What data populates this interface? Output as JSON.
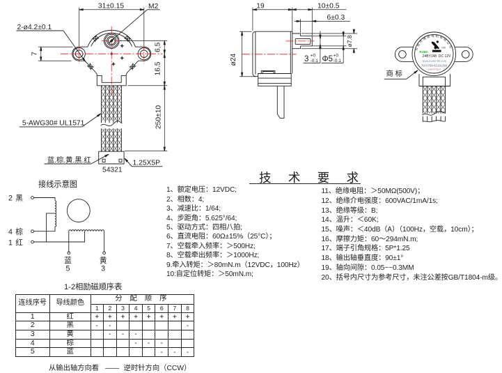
{
  "drawing": {
    "product": "24BYJ48 stepper motor engineering drawing"
  },
  "colors": {
    "line": "#262626",
    "centerline": "#ee1111",
    "brand_green": "#1ec21e",
    "label_gray": "#7d8fa8",
    "background": "#ffffff"
  },
  "front_view": {
    "dim_hole_spacing": "31±0.15",
    "thread_label": "M2",
    "dim_mount_holes": "2-ø4.2±0.1",
    "dim_ear_height": "7",
    "dim_shaft_offset": "6,5",
    "dim_body_lower": "16.5",
    "dim_lead_length": "250±10",
    "wire_spec": "5-AWG30# UL1571",
    "wire_colors": "蓝.棕.黄.黑.红",
    "pin_numbers": "54321",
    "connector_spec": "1.25X5P"
  },
  "side_view": {
    "dim_body_length": "19",
    "dim_shaft_length": "10±0.5",
    "dim_flat_length": "6±0.3",
    "dim_boss_diameter": "ø7.8",
    "dim_body_diameter": "ø24",
    "dim_flat_value": "3",
    "dim_flat_tol_up": "+0",
    "dim_flat_tol_dn": "-0.1",
    "dim_shaft_value": "Φ5",
    "dim_shaft_tol_up": "+0",
    "dim_shaft_tol_dn": "-0.1"
  },
  "label_view": {
    "callout": "商 标",
    "brand_arc": "东莞市博荣电机有限公司",
    "logo_caption": "100",
    "brand_code": "R18D",
    "model": "24BYJ48",
    "voltage": "DC 12V",
    "website": "www.motor-bk.com",
    "telephone": "Tel:0769-82191390",
    "footer": "www.br-dj.cn"
  },
  "wiring_diagram": {
    "title": "接线示意图",
    "terminals": [
      {
        "num": "2",
        "color": "黑"
      },
      {
        "num": "4",
        "color": "棕"
      },
      {
        "num": "1",
        "color": "红"
      }
    ],
    "bottom_terminals": [
      {
        "color": "蓝",
        "num": "5"
      },
      {
        "color": "黄",
        "num": "3"
      }
    ]
  },
  "tech_requirements": {
    "title": "技 术 要 求",
    "left_items": [
      "1、额定电压：12VDC;",
      "2、相数：4;",
      "3、减速比：1/64;",
      "4、步距角：5.625°/64;",
      "5、驱动方式：四相八拍;",
      "6、直流电阻：60Ω±15%（25°C）；",
      "7、空载牵入频率：＞500Hz;",
      "8、空载牵出频率：＞1000Hz;",
      "9.牵入转矩：＞80mN.m（12VDC，100Hz）",
      "10:自定位转矩：＞50mN.m;"
    ],
    "right_items": [
      "11、绝缘电阻：＞50MΩ(500V)；",
      "12、绝缘介电强度：600VAC/1mA/1s;",
      "13、绝缘等级：B;",
      "14、温升：＜60K;",
      "15、噪声：＜40dB（A）（100Hz，空载，10cm）；",
      "16、摩擦力矩：60～294mN.m;",
      "17、端子引角规格：5P*1.25",
      "18、输出轴垂直度：90±1°",
      "19、轴向间隙：0.05~~0.3MM",
      "20、括号内尺寸为参考尺寸，未注公差按GB/T1804-m级。"
    ]
  },
  "sequence_table": {
    "title": "1-2相励磁顺序表",
    "col1_header": "连线序号",
    "col2_header": "导线颜色",
    "span_header": "分 配 顺 序",
    "step_headers": [
      "1",
      "2",
      "3",
      "4",
      "5",
      "6",
      "7",
      "8"
    ],
    "rows": [
      {
        "num": "1",
        "color": "红",
        "steps": [
          "+",
          "+",
          "+",
          "+",
          "+",
          "+",
          "+",
          "+"
        ]
      },
      {
        "num": "2",
        "color": "黑",
        "steps": [
          "-",
          "-",
          "",
          "",
          "",
          "",
          "",
          "-"
        ]
      },
      {
        "num": "3",
        "color": "黄",
        "steps": [
          "",
          "-",
          "-",
          "-",
          "",
          "",
          "",
          ""
        ]
      },
      {
        "num": "4",
        "color": "棕",
        "steps": [
          "",
          "",
          "",
          "-",
          "-",
          "-",
          "",
          ""
        ]
      },
      {
        "num": "5",
        "color": "蓝",
        "steps": [
          "",
          "",
          "",
          "",
          "",
          "-",
          "-",
          "-"
        ]
      }
    ]
  },
  "rotation_note": {
    "text_left": "从输出轴方向看",
    "dash": "——",
    "text_right": "逆时针方向（CCW）"
  }
}
